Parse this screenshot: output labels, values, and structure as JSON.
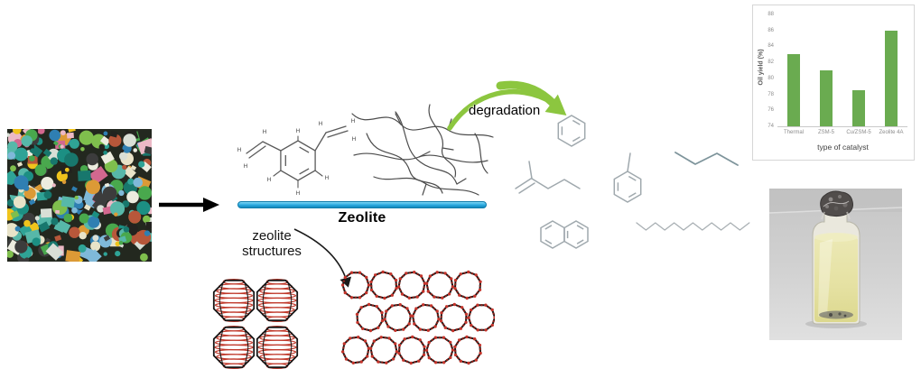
{
  "scene": {
    "zeolite_label": "Zeolite",
    "structures_label_line1": "zeolite",
    "structures_label_line2": "structures",
    "degradation_label": "degradation",
    "h_label": "H"
  },
  "images": {
    "plastic_waste_photo": "pile of mixed colorful plastic waste",
    "zeolite_cage_structure": "zeolite cage framework model (red/black)",
    "zeolite_framework_structure": "zeolite ring framework model (red/black)",
    "oil_bottle_photo": "glass bottle of pale yellow oil with foil-wrapped cap"
  },
  "molecules": {
    "reactant": [
      "divinylbenzene polymer unit",
      "tangled polymer chains"
    ],
    "products": [
      "benzene",
      "2-methylpentene",
      "toluene",
      "butane",
      "naphthalene",
      "long-chain alkane"
    ]
  },
  "colors": {
    "zeolite_bar_blue": "#29a8df",
    "degradation_arrow_green": "#8cc63f",
    "chart_bar_green": "#6aab50",
    "molecule_stroke_gray": "#9fa8ad",
    "structure_red": "#c0392b",
    "oil_yellow": "#e7e3aa"
  },
  "chart_data": {
    "type": "bar",
    "title": "",
    "categories": [
      "Thermal",
      "ZSM-5",
      "Cu/ZSM-5",
      "Zeolite 4A"
    ],
    "values": [
      83,
      81,
      78.5,
      86
    ],
    "xlabel": "type of catalyst",
    "ylabel": "Oil yield (%)",
    "ylim": [
      74,
      88
    ],
    "ytick_step": 2,
    "yticks": [
      74,
      76,
      78,
      80,
      82,
      84,
      86,
      88
    ],
    "grid": false,
    "legend": false
  }
}
